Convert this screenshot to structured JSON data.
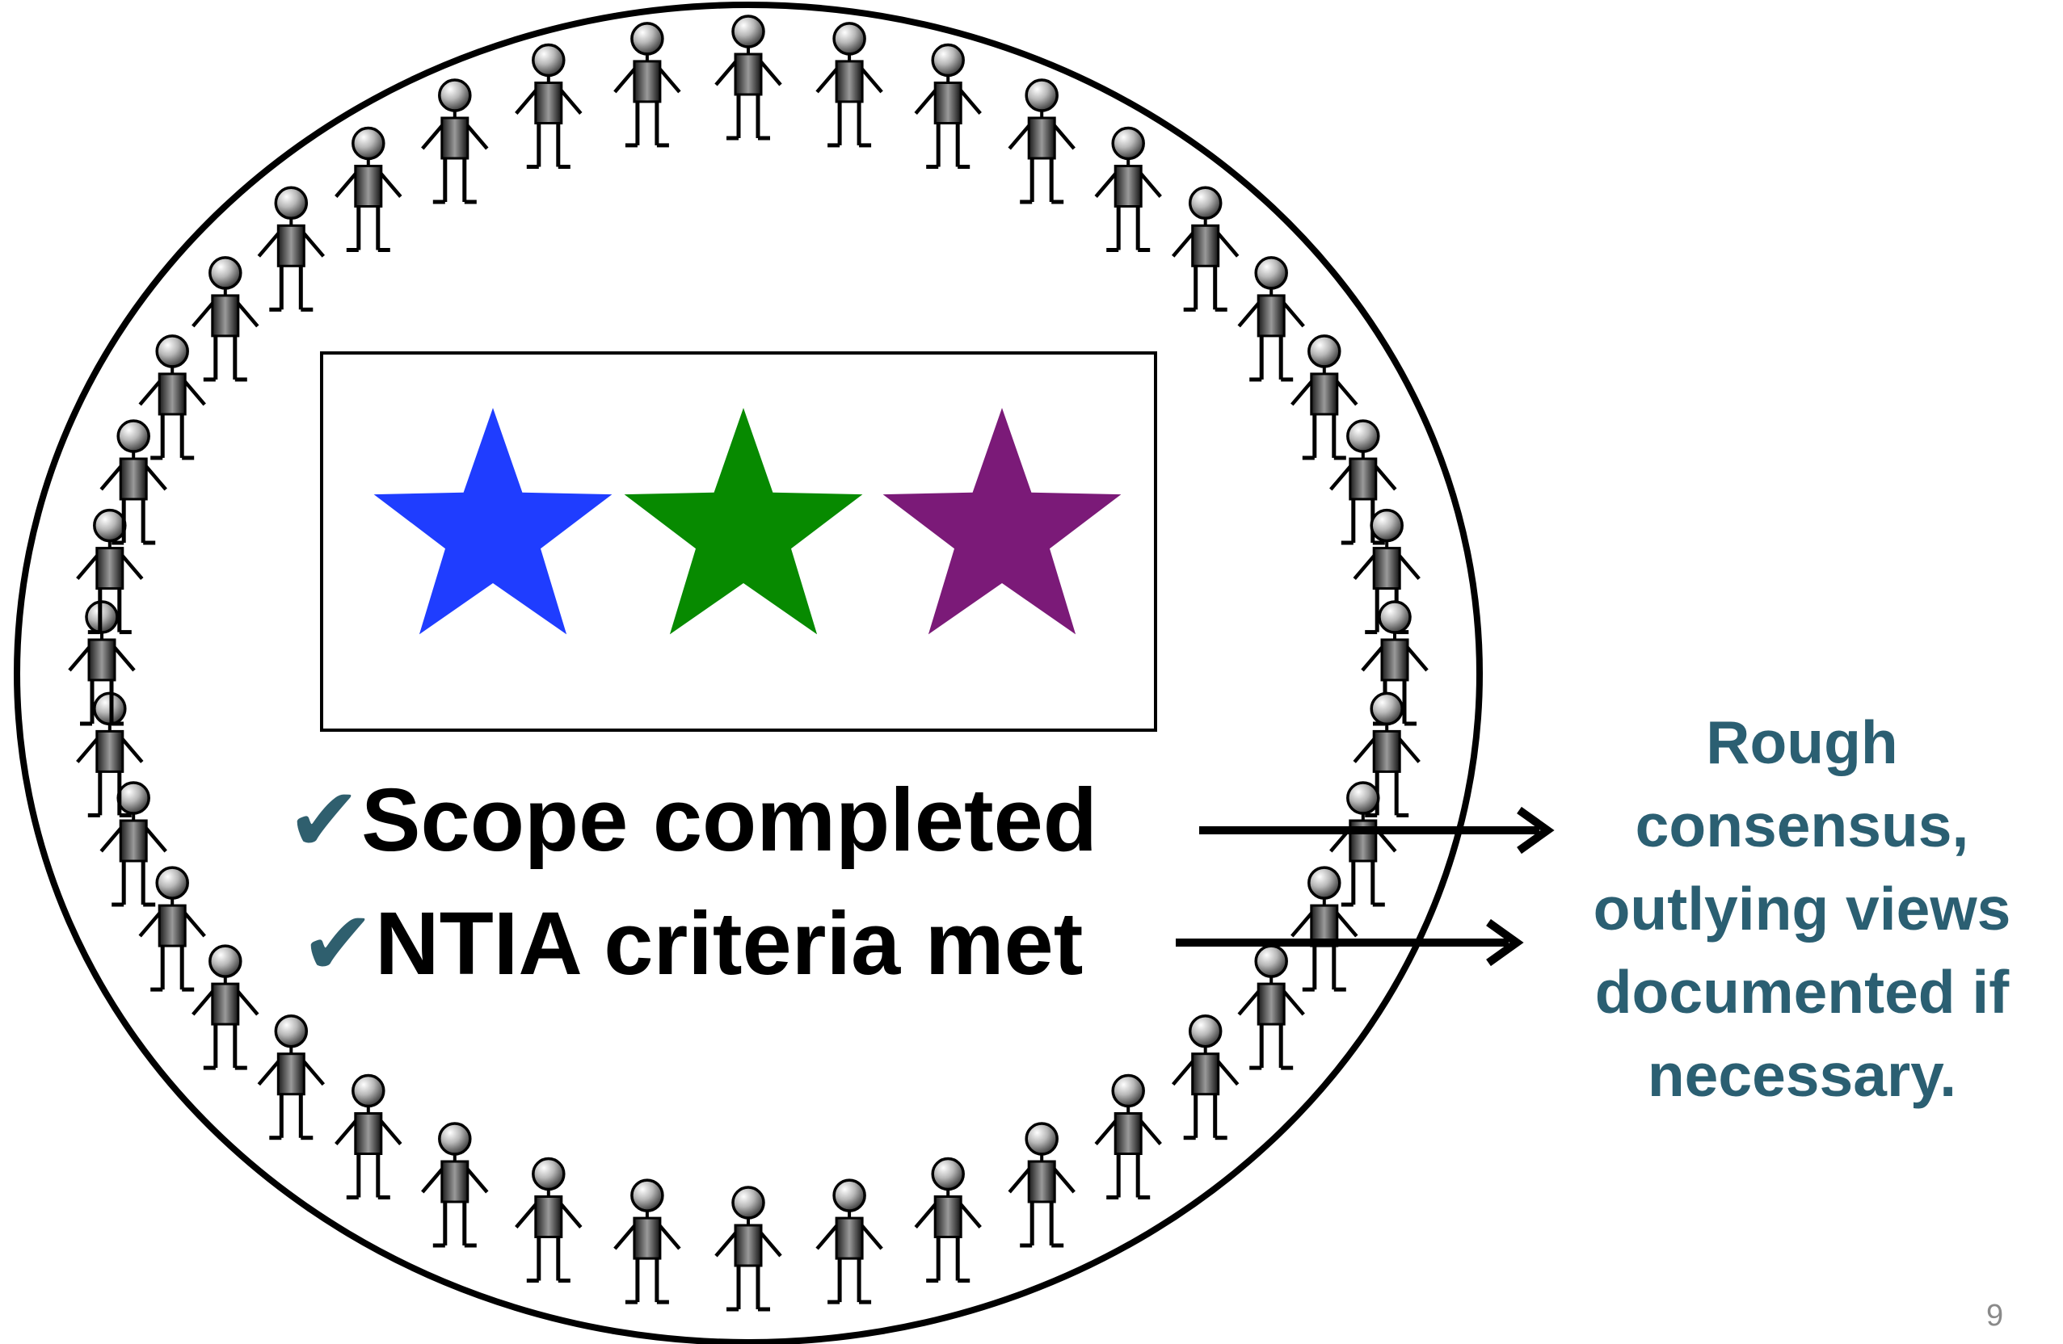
{
  "statements": [
    {
      "check": "✔",
      "text": "Scope completed"
    },
    {
      "check": "✔",
      "text": "NTIA criteria met"
    }
  ],
  "outcome": {
    "lines": [
      "Rough",
      "consensus,",
      "outlying views",
      "documented if",
      "necessary."
    ]
  },
  "stars": [
    {
      "name": "blue-star",
      "color": "#1f3dff"
    },
    {
      "name": "green-star",
      "color": "#078a00"
    },
    {
      "name": "purple-star",
      "color": "#7b1a78"
    }
  ],
  "people_count": 40,
  "slide_number": "9",
  "colors": {
    "outcome_text": "#2b5f72",
    "check_mark": "#2f5f6e"
  }
}
